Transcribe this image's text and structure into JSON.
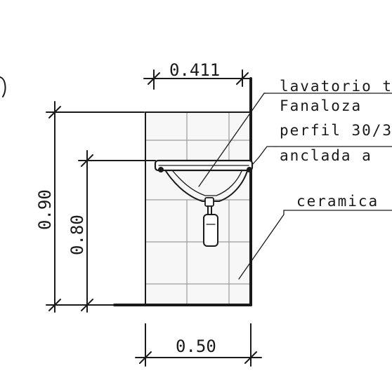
{
  "dimensions": {
    "top_width": "0.411",
    "bottom_width": "0.50",
    "total_height": "0.90",
    "basin_height": "0.80"
  },
  "annotations": {
    "line1": "lavatorio tip",
    "line2": "Fanaloza",
    "line3": "perfil 30/3",
    "line4": "anclada a",
    "line5": "ceramica"
  }
}
